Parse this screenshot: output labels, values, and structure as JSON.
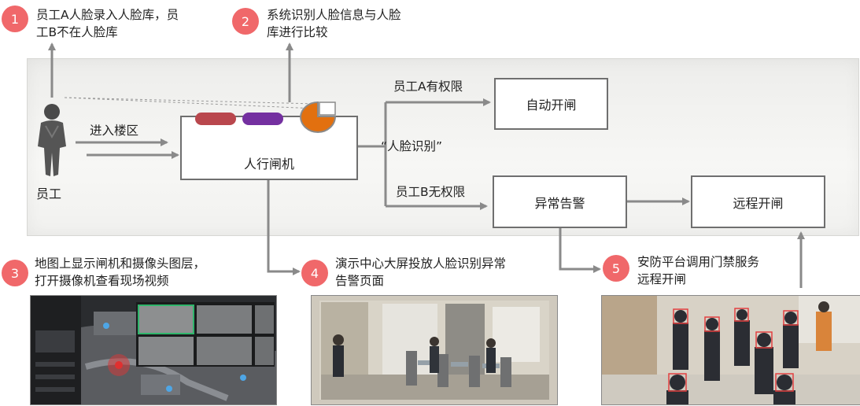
{
  "steps": [
    {
      "num": "1",
      "text_l1": "员工A人脸录入人脸库，员",
      "text_l2": "工B不在人脸库"
    },
    {
      "num": "2",
      "text_l1": "系统识别人脸信息与人脸",
      "text_l2": "库进行比较"
    },
    {
      "num": "3",
      "text_l1": "地图上显示闸机和摄像头图层，",
      "text_l2": "打开摄像机查看现场视频"
    },
    {
      "num": "4",
      "text_l1": "演示中心大屏投放人脸识别异常",
      "text_l2": "告警页面"
    },
    {
      "num": "5",
      "text_l1": "安防平台调用门禁服务",
      "text_l2": "远程开闸"
    }
  ],
  "diagram": {
    "person_label": "员工",
    "enter_label": "进入楼区",
    "gate_label": "人行闸机",
    "face_label": "“人脸识别”",
    "auth_a_label": "员工A有权限",
    "auth_b_label": "员工B无权限",
    "open_box": "自动开闸",
    "alarm_box": "异常告警",
    "remote_box": "远程开闸"
  },
  "colors": {
    "badge": "#f0686a",
    "pill_red": "#b9474d",
    "pill_purple": "#7430a0",
    "pill_orange": "#e2700f",
    "arrow": "#8a8a8a"
  }
}
